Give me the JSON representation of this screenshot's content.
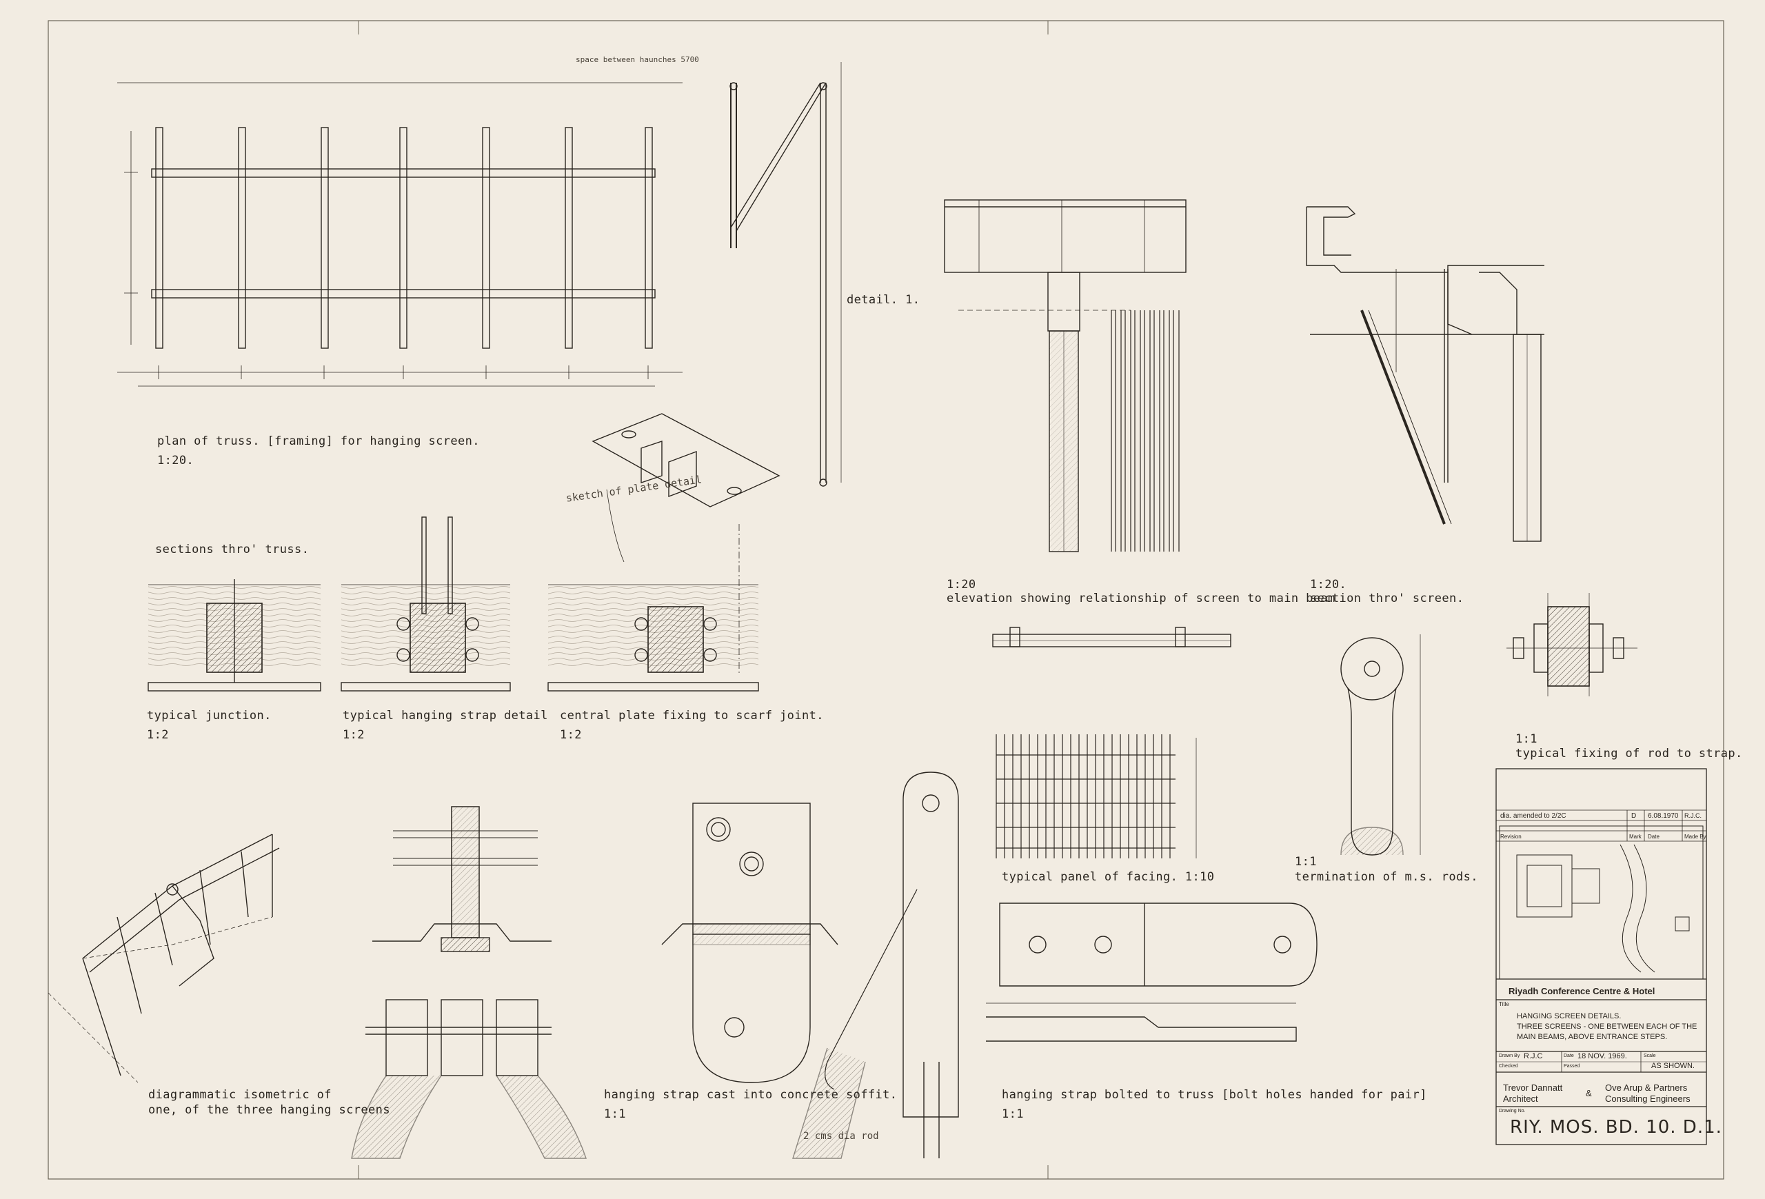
{
  "sheet": {
    "paper_color": "#f2ece2",
    "ink_color": "#2b2620"
  },
  "drawings": {
    "plan": {
      "title": "plan of truss. [framing] for hanging screen.",
      "scale": "1:20."
    },
    "detail1": {
      "title": "detail. 1."
    },
    "elevation": {
      "scale": "1:20",
      "title": "elevation showing relationship of screen to main beam"
    },
    "section_screen": {
      "scale": "1:20.",
      "title": "section thro' screen."
    },
    "sections_truss": {
      "title": "sections thro' truss."
    },
    "junction": {
      "title": "typical junction.",
      "scale": "1:2"
    },
    "strap_detail": {
      "title": "typical hanging strap detail",
      "scale": "1:2"
    },
    "central_plate": {
      "title": "central plate fixing to scarf joint.",
      "scale": "1:2"
    },
    "panel": {
      "title": "typical panel of facing. 1:10"
    },
    "termination": {
      "scale": "1:1",
      "title": "termination of m.s. rods."
    },
    "fixing_rod": {
      "scale": "1:1",
      "title": "typical fixing of rod to strap."
    },
    "isometric": {
      "title_line1": "diagrammatic isometric of",
      "title_line2": "one, of the three hanging screens"
    },
    "strap_cast": {
      "title": "hanging strap cast into concrete soffit.",
      "scale": "1:1"
    },
    "strap_bolted": {
      "title": "hanging strap bolted to truss [bolt holes handed for pair]",
      "scale": "1:1"
    }
  },
  "annotations": {
    "space_between": "space between haunches 5700",
    "hanging_screen_iso": "sketch of plate detail",
    "two_cms_rod": "2 cms dia rod"
  },
  "title_block": {
    "revision_row": {
      "text": "dia. amended to 2/2C",
      "mark": "D",
      "date": "6.08.1970",
      "made_by": "R.J.C."
    },
    "revision_headers": [
      "Revision",
      "Mark",
      "Date",
      "Made By"
    ],
    "project": "Riyadh Conference Centre & Hotel",
    "title_label": "Title",
    "title_lines": [
      "HANGING SCREEN DETAILS.",
      "THREE SCREENS - ONE BETWEEN EACH OF THE",
      "MAIN BEAMS, ABOVE ENTRANCE STEPS."
    ],
    "drawn_by_label": "Drawn By",
    "drawn_by": "R.J.C",
    "date_label": "Date",
    "date": "18 NOV. 1969.",
    "scale_label": "Scale",
    "scale": "AS SHOWN.",
    "checked_label": "Checked",
    "passed_label": "Passed",
    "architect_name": "Trevor Dannatt",
    "architect_role": "Architect",
    "amp": "&",
    "engineer_name": "Ove Arup & Partners",
    "engineer_role": "Consulting Engineers",
    "drawing_no_label": "Drawing No.",
    "drawing_no": "RIY. MOS. BD. 10. D.1."
  }
}
